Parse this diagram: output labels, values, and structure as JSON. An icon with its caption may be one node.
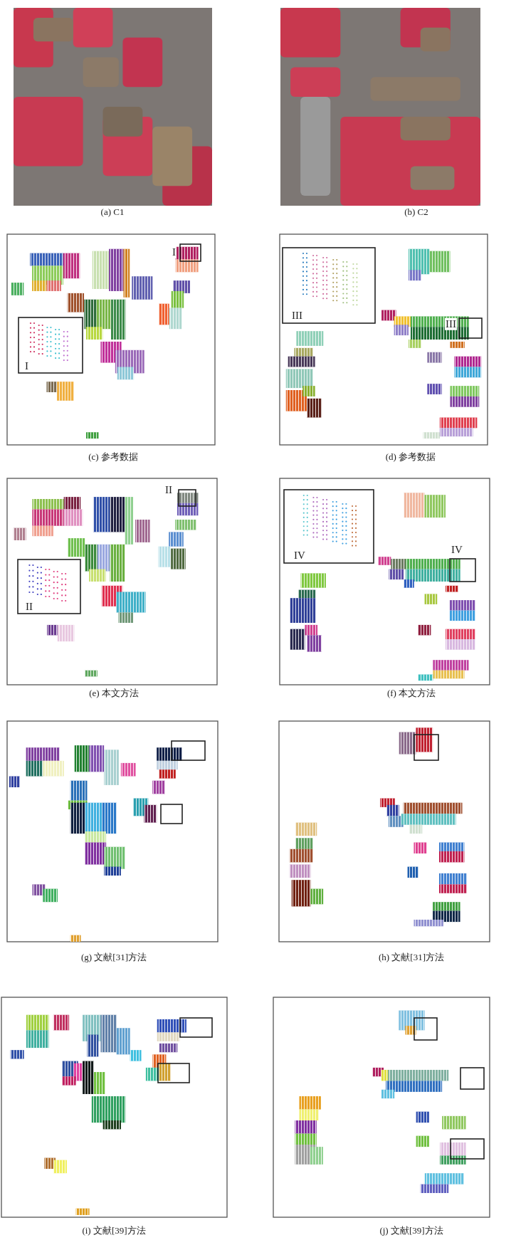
{
  "diagram": {
    "labels": [
      "(a) C1",
      "(b) C2",
      "I",
      "I",
      "III",
      "III",
      "(c) 参考数据",
      "(d) 参考数据",
      "II",
      "II",
      "IV",
      "IV",
      "(e) 本文方法",
      "(f) 本文方法",
      "(g) 文献[31]方法",
      "(h) 文献[31]方法",
      "(i) 文献[39]方法",
      "(j) 文献[39]方法"
    ]
  }
}
